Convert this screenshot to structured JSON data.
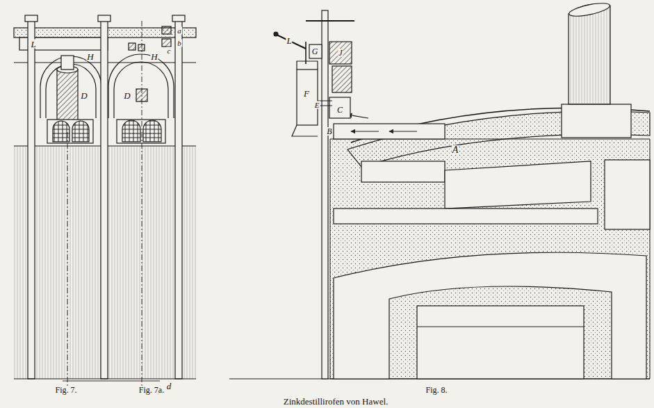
{
  "diagram": {
    "caption": "Zinkdestillirofen von Hawel.",
    "labels": [
      "Fig. 7.",
      "Fig. 7a.",
      "Fig. 8.",
      "L",
      "H",
      "H",
      "D",
      "D",
      "a",
      "b",
      "c",
      "d",
      "L",
      "G",
      "J",
      "F",
      "E",
      "C",
      "B",
      "A"
    ]
  }
}
